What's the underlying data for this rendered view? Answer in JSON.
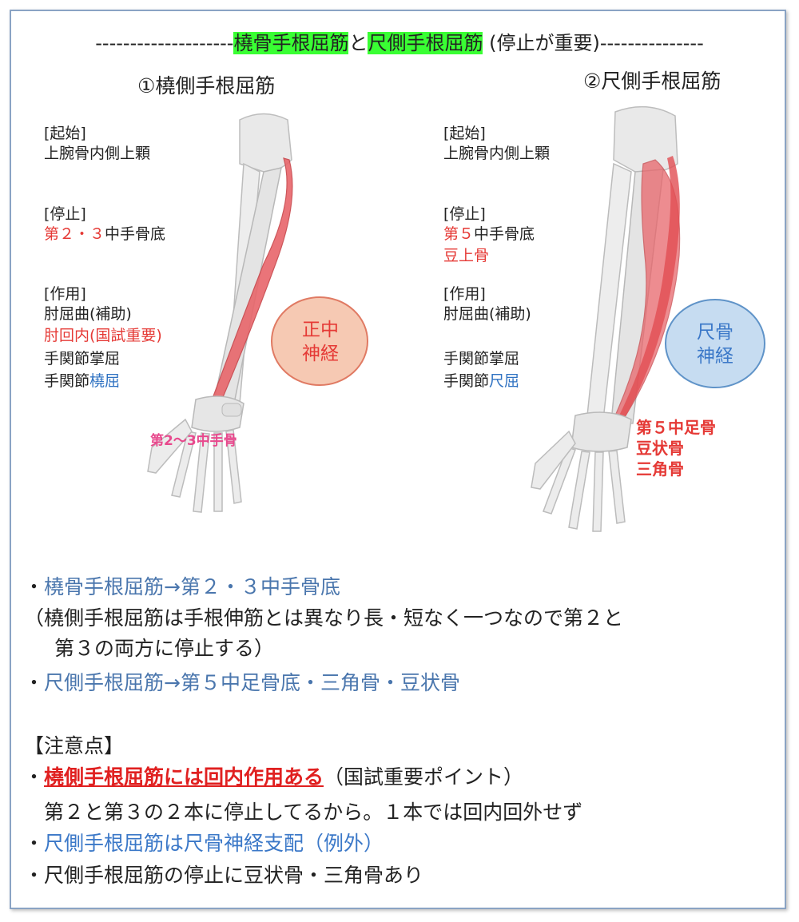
{
  "header": {
    "dash_left": "--------------------",
    "muscle1": "橈骨手根屈筋",
    "joiner": "と",
    "muscle2": "尺側手根屈筋",
    "note": " (停止が重要)",
    "dash_right": "---------------"
  },
  "left": {
    "heading": "①橈側手根屈筋",
    "origin_label": "[起始]",
    "origin": "上腕骨内側上顆",
    "insertion_label": "[停止]",
    "insertion_red": "第２・３",
    "insertion_rest": "中手骨底",
    "action_label": "[作用]",
    "action1": "肘屈曲(補助)",
    "action2": "肘回内(国試重要)",
    "action3": "手関節掌屈",
    "action4_black": "手関節",
    "action4_blue": "橈屈",
    "nerve_line1": "正中",
    "nerve_line2": "神経",
    "bone_label": "第2～3中手骨"
  },
  "right": {
    "heading": "②尺側手根屈筋",
    "origin_label": "[起始]",
    "origin": "上腕骨内側上顆",
    "insertion_label": "[停止]",
    "insertion_red": "第５",
    "insertion_rest": "中手骨底",
    "insertion2": "豆上骨",
    "action_label": "[作用]",
    "action1": "肘屈曲(補助)",
    "action3": "手関節掌屈",
    "action4_black": "手関節",
    "action4_blue": "尺屈",
    "nerve_line1": "尺骨",
    "nerve_line2": "神経",
    "bone_label1": "第５中足骨",
    "bone_label2": "豆状骨",
    "bone_label3": "三角骨"
  },
  "summary": {
    "line1_bullet": "・",
    "line1": "橈骨手根屈筋→第２・３中手骨底",
    "line2": "（橈側手根屈筋は手根伸筋とは異なり長・短なく一つなので第２と",
    "line3": "第３の両方に停止する）",
    "line4_bullet": "・",
    "line4": "尺側手根屈筋→第５中足骨底・三角骨・豆状骨",
    "caution_title": "【注意点】",
    "c1_bullet": "・",
    "c1_red": "橈側手根屈筋には回内作用ある",
    "c1_rest": "（国試重要ポイント）",
    "c2": "第２と第３の２本に停止してるから。１本では回内回外せず",
    "c3_bullet": "・",
    "c3": "尺側手根屈筋は尺骨神経支配（例外）",
    "c4": "・尺側手根屈筋の停止に豆状骨・三角骨あり"
  },
  "colors": {
    "red_text": "#e53935",
    "blue_text": "#2f72c2",
    "highlight": "#39ff33",
    "median_nerve_fill": "#f6c9b3",
    "ulnar_nerve_fill": "#c6dcf1"
  }
}
